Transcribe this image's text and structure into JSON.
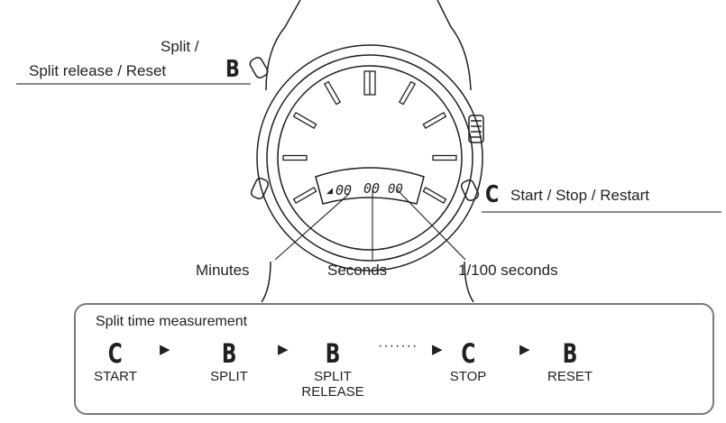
{
  "labels": {
    "split_line1": "Split /",
    "split_line2": "Split release / Reset",
    "button_b": "B",
    "button_c": "C",
    "start_stop_restart": "Start / Stop / Restart",
    "minutes": "Minutes",
    "seconds": "Seconds",
    "hundredths": "1/100 seconds"
  },
  "display": {
    "minutes": "00",
    "seconds": "00",
    "hundredths": "00"
  },
  "sequence": {
    "title": "Split time measurement",
    "steps": [
      {
        "button": "C",
        "label": "START"
      },
      {
        "button": "B",
        "label": "SPLIT"
      },
      {
        "button": "B",
        "label": "SPLIT RELEASE"
      },
      {
        "button": "C",
        "label": "STOP"
      },
      {
        "button": "B",
        "label": "RESET"
      }
    ],
    "arrow": "▶",
    "dots": "·······"
  },
  "colors": {
    "line": "#231f20",
    "rule": "#8a8a8a",
    "box_border": "#7a7a7a"
  }
}
